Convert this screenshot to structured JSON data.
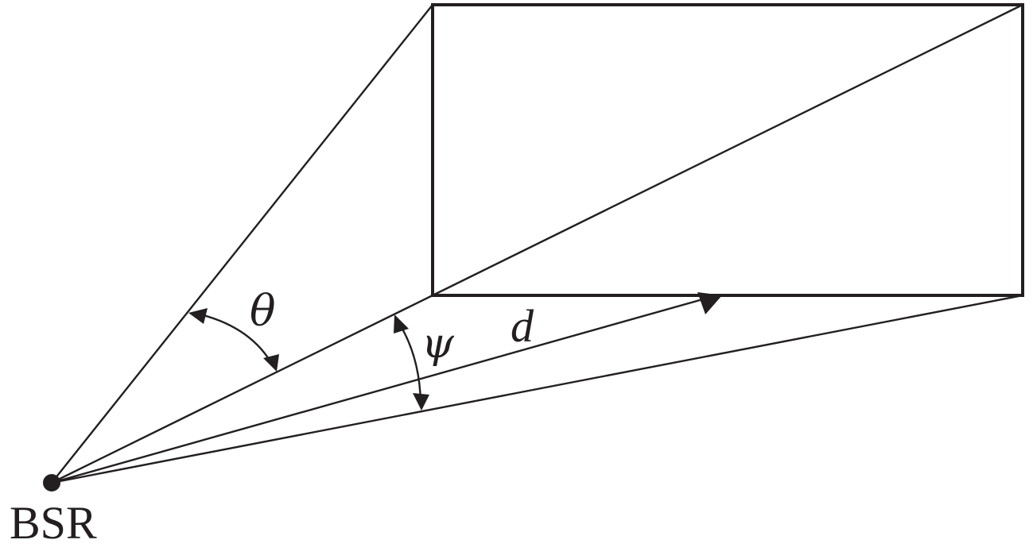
{
  "labels": {
    "theta": "θ",
    "psi": "ψ",
    "distance": "d",
    "origin": "BSR"
  },
  "colors": {
    "stroke": "#231f20",
    "background": "#ffffff"
  }
}
